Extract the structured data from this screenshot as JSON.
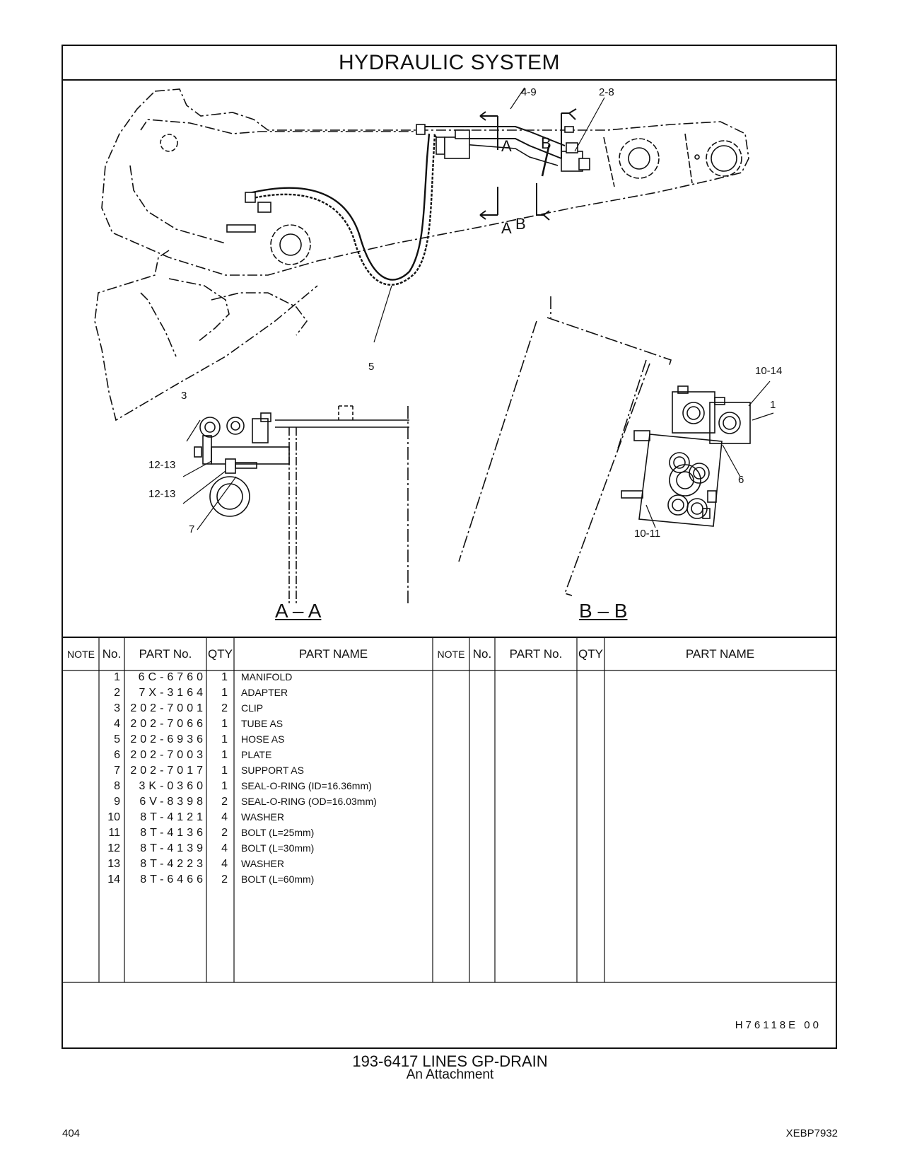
{
  "header": {
    "title": "HYDRAULIC   SYSTEM"
  },
  "drawing": {
    "sections": {
      "aa": "A – A",
      "bb": "B – B"
    },
    "markers": {
      "a": "A",
      "b": "B"
    },
    "callouts": [
      "4-9",
      "2-8",
      "5",
      "3",
      "12-13",
      "12-13",
      "7",
      "10-14",
      "1",
      "6",
      "10-11"
    ]
  },
  "table": {
    "headers": {
      "note": "NOTE",
      "no": "No.",
      "part_no": "PART No.",
      "qty": "QTY",
      "part_name": "PART NAME"
    },
    "rows": [
      {
        "no": "1",
        "part_no": "6C-6760",
        "qty": "1",
        "name": "MANIFOLD"
      },
      {
        "no": "2",
        "part_no": "7X-3164",
        "qty": "1",
        "name": "ADAPTER"
      },
      {
        "no": "3",
        "part_no": "202-7001",
        "qty": "2",
        "name": "CLIP"
      },
      {
        "no": "4",
        "part_no": "202-7066",
        "qty": "1",
        "name": "TUBE  AS"
      },
      {
        "no": "5",
        "part_no": "202-6936",
        "qty": "1",
        "name": "HOSE  AS"
      },
      {
        "no": "6",
        "part_no": "202-7003",
        "qty": "1",
        "name": "PLATE"
      },
      {
        "no": "7",
        "part_no": "202-7017",
        "qty": "1",
        "name": "SUPPORT  AS"
      },
      {
        "no": "8",
        "part_no": "3K-0360",
        "qty": "1",
        "name": "SEAL-O-RING (ID=16.36mm)"
      },
      {
        "no": "9",
        "part_no": "6V-8398",
        "qty": "2",
        "name": "SEAL-O-RING (OD=16.03mm)"
      },
      {
        "no": "10",
        "part_no": "8T-4121",
        "qty": "4",
        "name": "WASHER"
      },
      {
        "no": "11",
        "part_no": "8T-4136",
        "qty": "2",
        "name": "BOLT (L=25mm)"
      },
      {
        "no": "12",
        "part_no": "8T-4139",
        "qty": "4",
        "name": "BOLT (L=30mm)"
      },
      {
        "no": "13",
        "part_no": "8T-4223",
        "qty": "4",
        "name": "WASHER"
      },
      {
        "no": "14",
        "part_no": "8T-6466",
        "qty": "2",
        "name": "BOLT (L=60mm)"
      }
    ],
    "drawing_code": "H76118E   00"
  },
  "caption": {
    "main": "193-6417   LINES  GP-DRAIN",
    "sub": "An Attachment"
  },
  "footer": {
    "page_number": "404",
    "doc_id": "XEBP7932"
  }
}
